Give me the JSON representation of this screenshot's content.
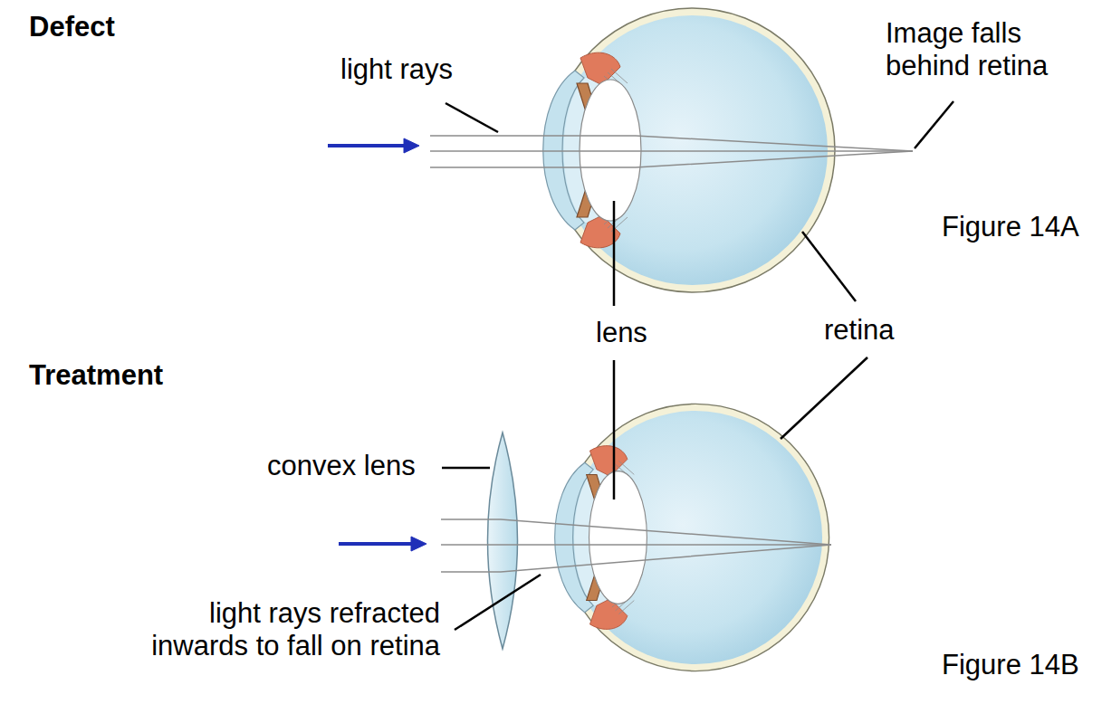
{
  "diagram": {
    "labels": [
      "Defect",
      "light rays",
      "Image falls behind retina",
      "Figure 14A",
      "lens",
      "retina",
      "Treatment",
      "convex lens",
      "light rays refracted inwards to fall on retina",
      "Figure 14B"
    ]
  }
}
